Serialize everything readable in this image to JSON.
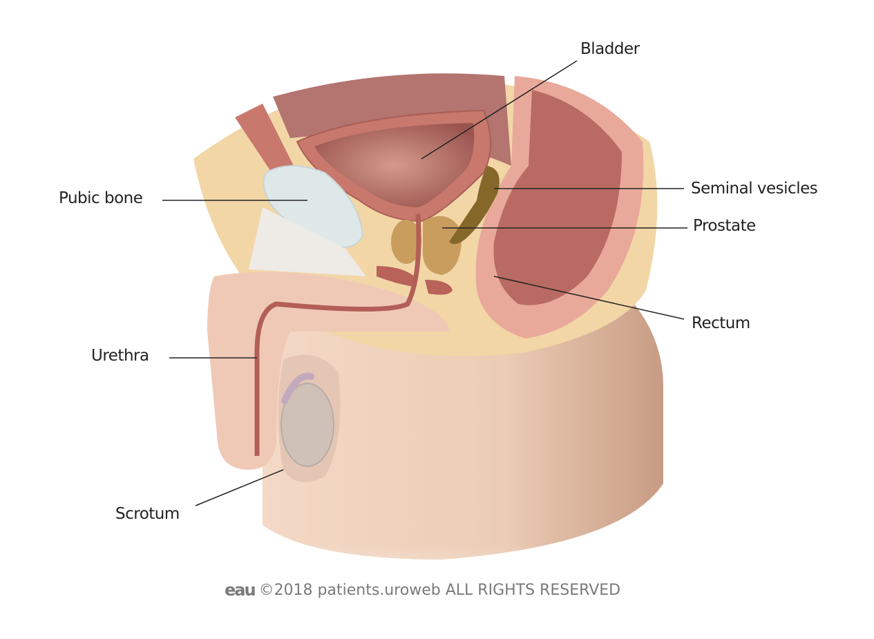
{
  "diagram": {
    "labels": {
      "bladder": "Bladder",
      "seminal_vesicles": "Seminal vesicles",
      "prostate": "Prostate",
      "rectum": "Rectum",
      "pubic_bone": "Pubic bone",
      "urethra": "Urethra",
      "scrotum": "Scrotum"
    },
    "colors": {
      "skin": "#e8c3a8",
      "fat": "#f2d6a6",
      "muscle": "#c8786c",
      "bone": "#dfe8e8",
      "prostate": "#c99d5e",
      "vesicles": "#86672a"
    }
  },
  "footer": {
    "logo": "eau",
    "text": "©2018 patients.uroweb ALL RIGHTS RESERVED"
  }
}
